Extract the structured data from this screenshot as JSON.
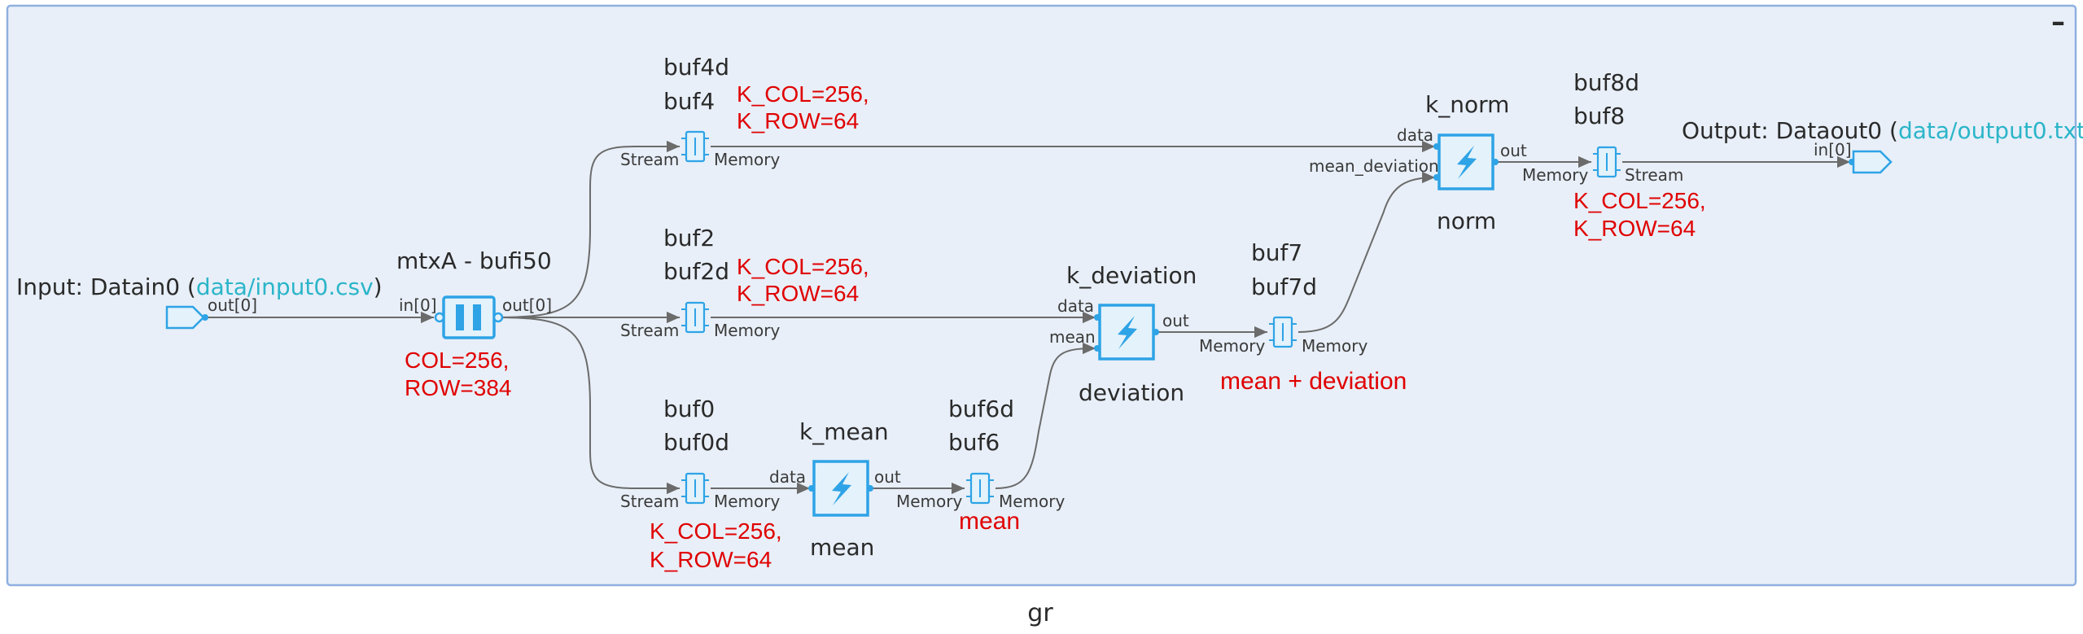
{
  "graph_name": "gr",
  "collapse_symbol": "–",
  "input": {
    "prefix": "Input: Datain0 (",
    "file": "data/input0.csv",
    "suffix": ")",
    "port": "out[0]"
  },
  "output": {
    "prefix": "Output: Dataout0 (",
    "file": "data/output0.txt",
    "suffix": ")",
    "port": "in[0]"
  },
  "mtx": {
    "name": "mtxA - bufi50",
    "in_port": "in[0]",
    "out_port": "out[0]",
    "params": [
      "COL=256,",
      "ROW=384"
    ]
  },
  "buf4": {
    "names": [
      "buf4d",
      "buf4"
    ],
    "params": [
      "K_COL=256,",
      "K_ROW=64"
    ],
    "left": "Stream",
    "right": "Memory"
  },
  "buf2": {
    "names": [
      "buf2",
      "buf2d"
    ],
    "params": [
      "K_COL=256,",
      "K_ROW=64"
    ],
    "left": "Stream",
    "right": "Memory"
  },
  "buf0": {
    "names": [
      "buf0",
      "buf0d"
    ],
    "params": [
      "K_COL=256,",
      "K_ROW=64"
    ],
    "left": "Stream",
    "right": "Memory"
  },
  "buf6": {
    "names": [
      "buf6d",
      "buf6"
    ],
    "note": "mean",
    "left": "Memory",
    "right": "Memory"
  },
  "buf7": {
    "names": [
      "buf7",
      "buf7d"
    ],
    "note": "mean + deviation",
    "left": "Memory",
    "right": "Memory"
  },
  "buf8": {
    "names": [
      "buf8d",
      "buf8"
    ],
    "params": [
      "K_COL=256,",
      "K_ROW=64"
    ],
    "left": "Memory",
    "right": "Stream"
  },
  "k_mean": {
    "name": "k_mean",
    "func": "mean",
    "in_port": "data",
    "out_port": "out"
  },
  "k_deviation": {
    "name": "k_deviation",
    "func": "deviation",
    "in_ports": [
      "data",
      "mean"
    ],
    "out_port": "out"
  },
  "k_norm": {
    "name": "k_norm",
    "func": "norm",
    "in_ports": [
      "data",
      "mean_deviation"
    ],
    "out_port": "out"
  },
  "colors": {
    "frame": "#8fb0e0",
    "frame_fill": "#e8eff8",
    "accent": "#2ea3e6",
    "param_red": "#e00000",
    "link": "#2bb5c9"
  }
}
